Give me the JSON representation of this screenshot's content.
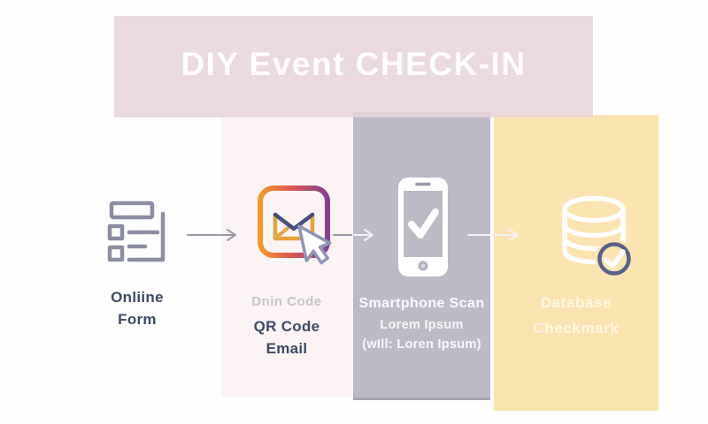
{
  "title": "DIY Event CHECK-IN",
  "steps": [
    {
      "name": "online-form",
      "line1": "Onliine",
      "line2": "Form"
    },
    {
      "name": "qr-code-email",
      "ghost": "Dnin Code",
      "line1": "QR Code",
      "line2": "Email"
    },
    {
      "name": "smartphone-scan",
      "line1": "Smartphone Scan",
      "line2": "Lorem Ipsum",
      "line3": "(wIll: Loren Ipsum)"
    },
    {
      "name": "database-checkmark",
      "line1": "Database",
      "line2": "Checkmark"
    }
  ],
  "icons": {
    "step1": "form-icon",
    "step2": "email-click-icon",
    "step3": "smartphone-check-icon",
    "step4": "database-check-icon",
    "between_steps": "right-arrow-icon"
  },
  "colors": {
    "banner_pink": "#eadade",
    "column_light_pink": "#fbf3f4",
    "column_gray": "#bdbac6",
    "column_yellow": "#fce4b1",
    "navy_text": "#3d4a66",
    "ghost_text": "#c9c4ce",
    "title_text": "#ffffff",
    "mail_gradient_start": "#f09a2a",
    "mail_gradient_mid": "#e0574e",
    "mail_gradient_end": "#83408f",
    "envelope_amber": "#e8a23b",
    "envelope_navy": "#454e7e",
    "badge_ring_navy": "#59608b",
    "arrow_gray": "#989aa8"
  }
}
